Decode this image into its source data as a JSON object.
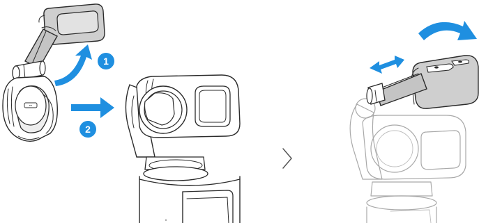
{
  "colors": {
    "accent": "#1f8fe0",
    "gray_part": "#bdbdbd",
    "line": "#2b2b2b",
    "faint_line": "#a9a9a9",
    "background": "#ffffff"
  },
  "steps": [
    {
      "number": "1"
    },
    {
      "number": "2"
    }
  ],
  "separator_icon": "chevron-right-icon",
  "arrows": [
    "curved-lift-arrow",
    "push-right-arrow",
    "double-headed-slide-arrow",
    "curved-rotate-arrow"
  ]
}
